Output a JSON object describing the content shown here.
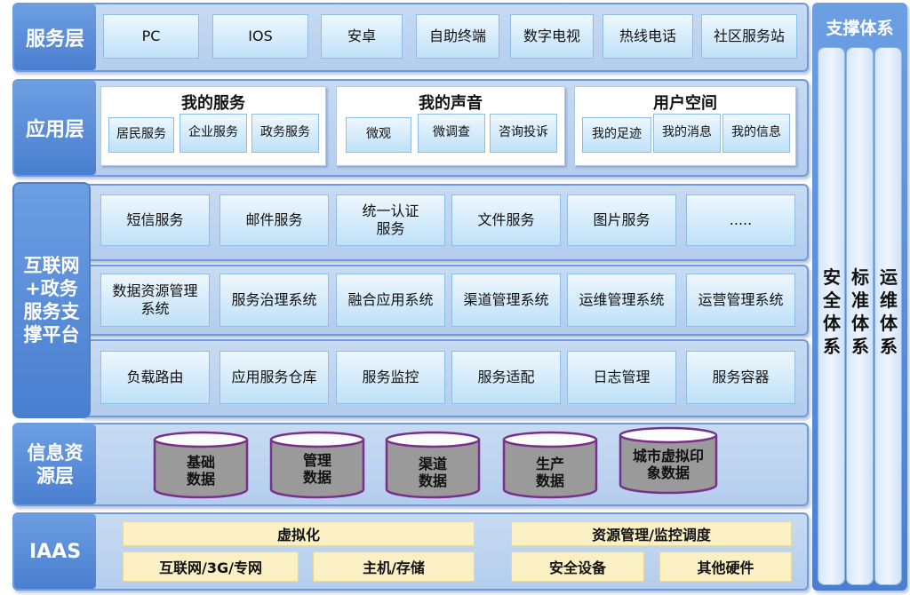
{
  "service_layer": {
    "label": "服务层",
    "items": [
      "PC",
      "IOS",
      "安卓",
      "自助终端",
      "数字电视",
      "热线电话",
      "社区服务站"
    ]
  },
  "app_layer": {
    "label": "应用层",
    "groups": [
      {
        "title": "我的服务",
        "items": [
          "居民服务",
          "企业服务",
          "政务服务"
        ]
      },
      {
        "title": "我的声音",
        "items": [
          "微观",
          "微调查",
          "咨询投诉"
        ]
      },
      {
        "title": "用户空间",
        "items": [
          "我的足迹",
          "我的消息",
          "我的信息"
        ]
      }
    ]
  },
  "platform": {
    "label": "互联网+政务服务支撑平台",
    "row1": [
      "短信服务",
      "邮件服务",
      "统一认证服务",
      "文件服务",
      "图片服务",
      "....."
    ],
    "row2": [
      "数据资源管理系统",
      "服务治理系统",
      "融合应用系统",
      "渠道管理系统",
      "运维管理系统",
      "运营管理系统"
    ],
    "row3": [
      "负载路由",
      "应用服务仓库",
      "服务监控",
      "服务适配",
      "日志管理",
      "服务容器"
    ]
  },
  "info_layer": {
    "label": "信息资源层",
    "databases": [
      "基础数据",
      "管理数据",
      "渠道数据",
      "生产数据",
      "城市虚拟印象数据"
    ]
  },
  "iaas": {
    "label": "IAAS",
    "top_left": "虚拟化",
    "top_right": "资源管理/监控调度",
    "bottom": [
      "互联网/3G/专网",
      "主机/存储",
      "安全设备",
      "其他硬件"
    ]
  },
  "support": {
    "title": "支撑体系",
    "columns": [
      "安全体系",
      "标准体系",
      "运维体系"
    ]
  },
  "colors": {
    "layer_label": "#4a7fd0",
    "band": "#c7dbf2",
    "box": "#d6ecfb",
    "iaas_box": "#fbefc4",
    "cylinder": "#9a9a9a"
  }
}
